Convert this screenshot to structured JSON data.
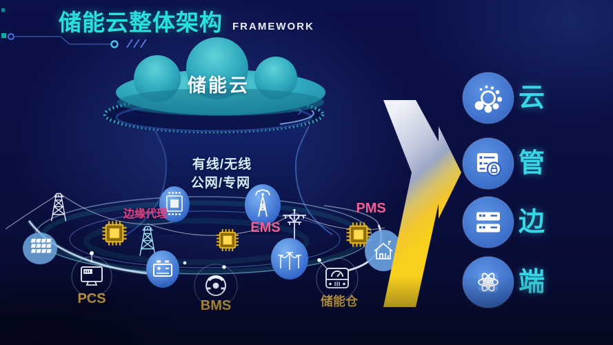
{
  "slide": {
    "title": "储能云整体架构",
    "subtitle": "FRAMEWORK"
  },
  "cloud": {
    "label": "储能云"
  },
  "network": {
    "line1": "有线/无线",
    "line2": "公网/专网"
  },
  "edge_labels": {
    "edge_agent": "边缘代理",
    "ems": "EMS",
    "pms": "PMS"
  },
  "device_labels": {
    "pcs": "PCS",
    "bms": "BMS",
    "storage_cabin": "储能仓"
  },
  "layers": [
    {
      "name": "cloud-layer",
      "label": "云",
      "icon": "cloud-dots-icon"
    },
    {
      "name": "pipe-layer",
      "label": "管",
      "icon": "server-lock-icon"
    },
    {
      "name": "edge-layer",
      "label": "边",
      "icon": "edge-server-icon"
    },
    {
      "name": "terminal-layer",
      "label": "端",
      "icon": "atom-icon"
    }
  ],
  "colors": {
    "background_navy": "#0a0f3f",
    "title_cyan": "#28e0df",
    "cloud_teal": "#2fa9bd",
    "label_pink": "#ef5f97",
    "label_gold": "#ddb14d",
    "arrow_silver": "#c9d0e2",
    "arrow_gold": "#f4c724",
    "layer_circle_blue": "#4679d2",
    "layer_label_cyan": "#38d6e6",
    "chip_yellow": "#ffd94f"
  }
}
